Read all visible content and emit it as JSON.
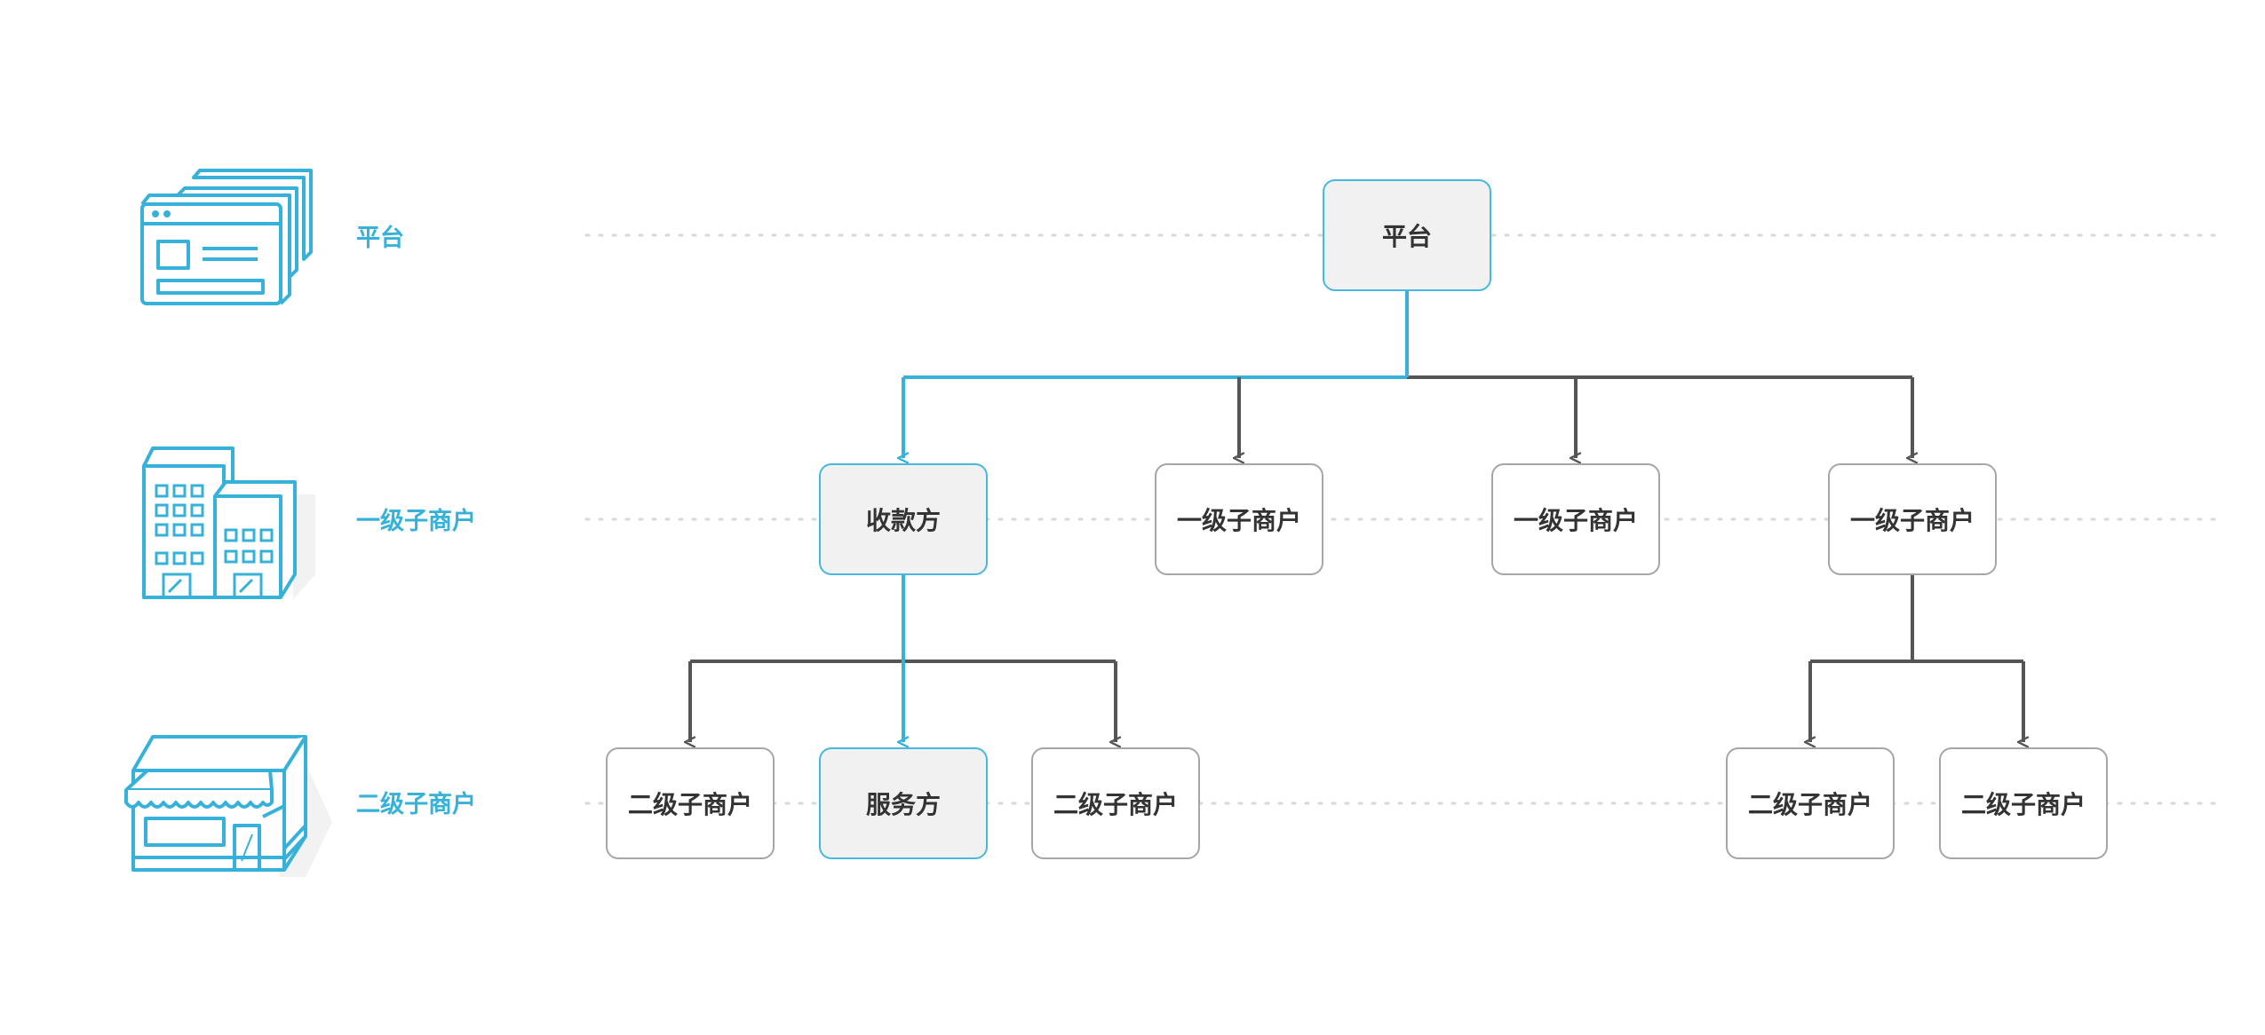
{
  "colors": {
    "accent": "#36b1d9",
    "connector": "#555555",
    "node_border": "#a6a6a6",
    "highlight_fill": "#f1f1f1",
    "guide": "#d8d8d8"
  },
  "tiers": [
    {
      "label": "平台",
      "icon": "platform-window-icon"
    },
    {
      "label": "一级子商户",
      "icon": "office-building-icon"
    },
    {
      "label": "二级子商户",
      "icon": "storefront-icon"
    }
  ],
  "nodes": [
    {
      "id": "platform",
      "label": "平台",
      "tier": 0,
      "highlight": true
    },
    {
      "id": "payee",
      "label": "收款方",
      "tier": 1,
      "highlight": true
    },
    {
      "id": "l1_b",
      "label": "一级子商户",
      "tier": 1,
      "highlight": false
    },
    {
      "id": "l1_c",
      "label": "一级子商户",
      "tier": 1,
      "highlight": false
    },
    {
      "id": "l1_d",
      "label": "一级子商户",
      "tier": 1,
      "highlight": false
    },
    {
      "id": "l2_a",
      "label": "二级子商户",
      "tier": 2,
      "highlight": false
    },
    {
      "id": "service",
      "label": "服务方",
      "tier": 2,
      "highlight": true
    },
    {
      "id": "l2_c",
      "label": "二级子商户",
      "tier": 2,
      "highlight": false
    },
    {
      "id": "l2_d",
      "label": "二级子商户",
      "tier": 2,
      "highlight": false
    },
    {
      "id": "l2_e",
      "label": "二级子商户",
      "tier": 2,
      "highlight": false
    }
  ],
  "edges": [
    {
      "from": "platform",
      "to": "payee",
      "highlight": true
    },
    {
      "from": "platform",
      "to": "l1_b",
      "highlight": false
    },
    {
      "from": "platform",
      "to": "l1_c",
      "highlight": false
    },
    {
      "from": "platform",
      "to": "l1_d",
      "highlight": false
    },
    {
      "from": "payee",
      "to": "l2_a",
      "highlight": false
    },
    {
      "from": "payee",
      "to": "service",
      "highlight": true
    },
    {
      "from": "payee",
      "to": "l2_c",
      "highlight": false
    },
    {
      "from": "l1_d",
      "to": "l2_d",
      "highlight": false
    },
    {
      "from": "l1_d",
      "to": "l2_e",
      "highlight": false
    }
  ]
}
